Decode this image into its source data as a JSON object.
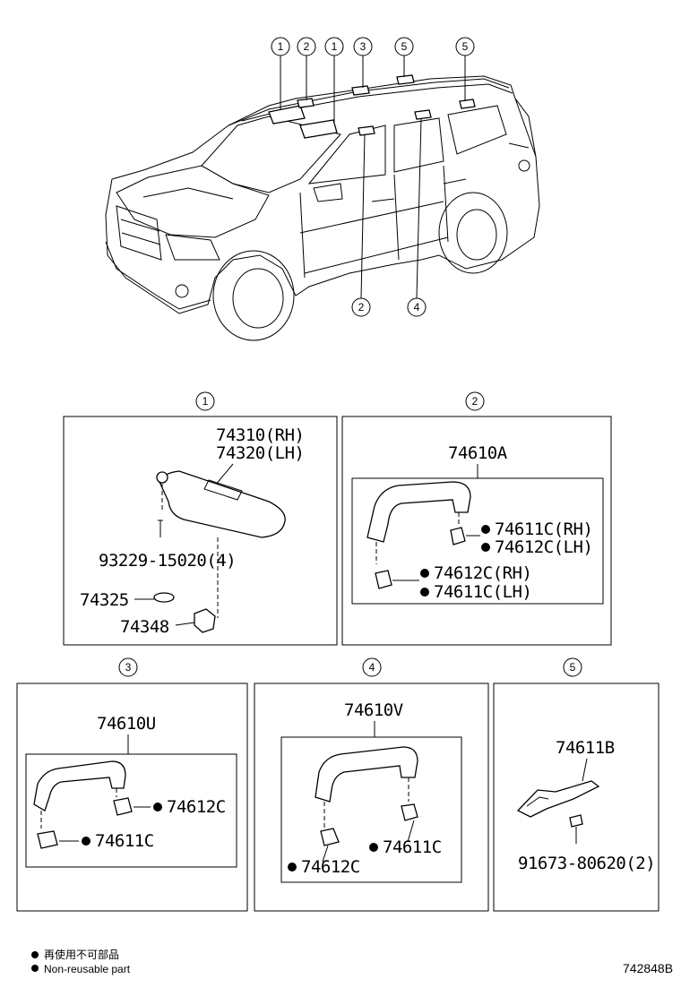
{
  "vehicle_callouts": {
    "top": [
      "1",
      "2",
      "1",
      "3",
      "5",
      "5"
    ],
    "bottom": [
      "2",
      "4"
    ]
  },
  "section_numbers": [
    "1",
    "2",
    "3",
    "4",
    "5"
  ],
  "section1": {
    "visor_rh": "74310(RH)",
    "visor_lh": "74320(LH)",
    "screw": "93229-15020(4)",
    "retainer": "74325",
    "holder": "74348"
  },
  "section2": {
    "assembly": "74610A",
    "cover_a_rh": "74611C(RH)",
    "cover_a_lh": "74612C(LH)",
    "cover_b_rh": "74612C(RH)",
    "cover_b_lh": "74611C(LH)"
  },
  "section3": {
    "assembly": "74610U",
    "cover_a": "74612C",
    "cover_b": "74611C"
  },
  "section4": {
    "assembly": "74610V",
    "cover_a": "74611C",
    "cover_b": "74612C"
  },
  "section5": {
    "assembly": "74611B",
    "screw": "91673-80620(2)"
  },
  "legend": {
    "line1": "再使用不可部品",
    "line2": "Non-reusable part"
  },
  "illustration_code": "742848B"
}
